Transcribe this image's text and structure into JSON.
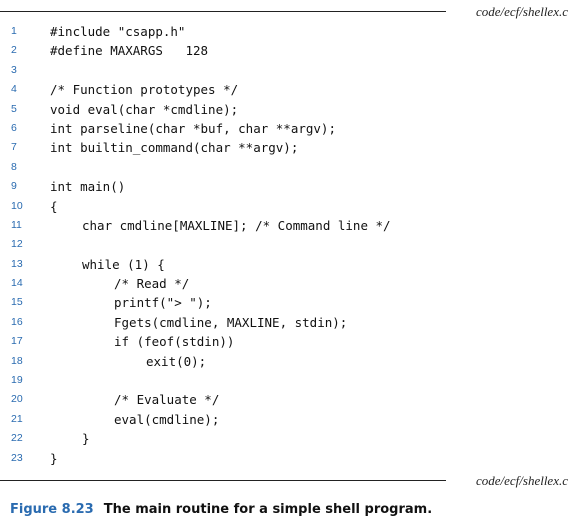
{
  "listing": {
    "file_label": "code/ecf/shellex.c",
    "lines": [
      {
        "n": "1",
        "indent": 0,
        "code": "#include \"csapp.h\""
      },
      {
        "n": "2",
        "indent": 0,
        "code": "#define MAXARGS   128"
      },
      {
        "n": "3",
        "indent": 0,
        "code": ""
      },
      {
        "n": "4",
        "indent": 0,
        "code": "/* Function prototypes */"
      },
      {
        "n": "5",
        "indent": 0,
        "code": "void eval(char *cmdline);"
      },
      {
        "n": "6",
        "indent": 0,
        "code": "int parseline(char *buf, char **argv);"
      },
      {
        "n": "7",
        "indent": 0,
        "code": "int builtin_command(char **argv);"
      },
      {
        "n": "8",
        "indent": 0,
        "code": ""
      },
      {
        "n": "9",
        "indent": 0,
        "code": "int main()"
      },
      {
        "n": "10",
        "indent": 0,
        "code": "{"
      },
      {
        "n": "11",
        "indent": 1,
        "code": "char cmdline[MAXLINE]; /* Command line */"
      },
      {
        "n": "12",
        "indent": 0,
        "code": ""
      },
      {
        "n": "13",
        "indent": 1,
        "code": "while (1) {"
      },
      {
        "n": "14",
        "indent": 2,
        "code": "/* Read */"
      },
      {
        "n": "15",
        "indent": 2,
        "code": "printf(\"> \");"
      },
      {
        "n": "16",
        "indent": 2,
        "code": "Fgets(cmdline, MAXLINE, stdin);"
      },
      {
        "n": "17",
        "indent": 2,
        "code": "if (feof(stdin))"
      },
      {
        "n": "18",
        "indent": 3,
        "code": "exit(0);"
      },
      {
        "n": "19",
        "indent": 0,
        "code": ""
      },
      {
        "n": "20",
        "indent": 2,
        "code": "/* Evaluate */"
      },
      {
        "n": "21",
        "indent": 2,
        "code": "eval(cmdline);"
      },
      {
        "n": "22",
        "indent": 1,
        "code": "}"
      },
      {
        "n": "23",
        "indent": 0,
        "code": "}"
      }
    ]
  },
  "caption": {
    "number": "Figure 8.23",
    "text": "The main routine for a simple shell program."
  }
}
